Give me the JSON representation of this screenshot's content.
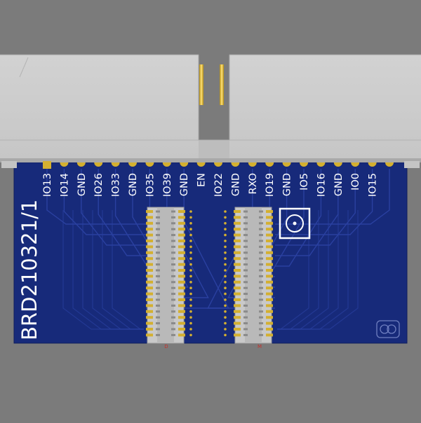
{
  "board": {
    "id_label": "BRD210321/1",
    "pin_labels": [
      "IO13",
      "IO14",
      "GND",
      "IO26",
      "IO33",
      "GND",
      "IO35",
      "IO39",
      "GND",
      "EN",
      "IO22",
      "GND",
      "RXO",
      "IO19",
      "GND",
      "IO5",
      "IO16",
      "GND",
      "IO0",
      "IO15"
    ],
    "left_connector_label": "D",
    "right_connector_label": "M"
  },
  "icons": {
    "fiducial": "fiducial-target-icon",
    "corner_logo": "oshw-logo-icon"
  },
  "colors": {
    "pcb": "#172a7a",
    "silkscreen": "#ffffff",
    "pad_gold": "#d4b030",
    "header_grey": "#c8c8c8",
    "background": "#7b7b7b"
  }
}
